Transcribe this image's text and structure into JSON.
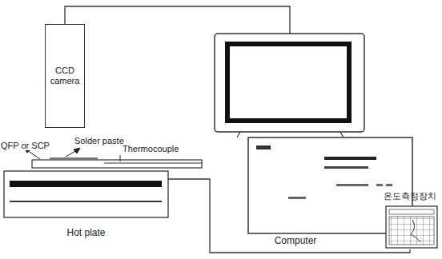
{
  "diagram": {
    "nodes": [
      {
        "text": [
          "CCD camera"
        ]
      },
      {
        "text": [
          "Computer"
        ]
      },
      {
        "text": [
          "온도측정장치"
        ]
      },
      {
        "text": [
          "Hot plate"
        ]
      }
    ],
    "edges": [
      {
        "from": 0,
        "to": 1,
        "arrow": "none"
      },
      {
        "from": 3,
        "to": 2,
        "arrow": "none"
      }
    ],
    "labels": [
      "QFP or SCP",
      "Solder paste",
      "Thermocouple"
    ]
  }
}
